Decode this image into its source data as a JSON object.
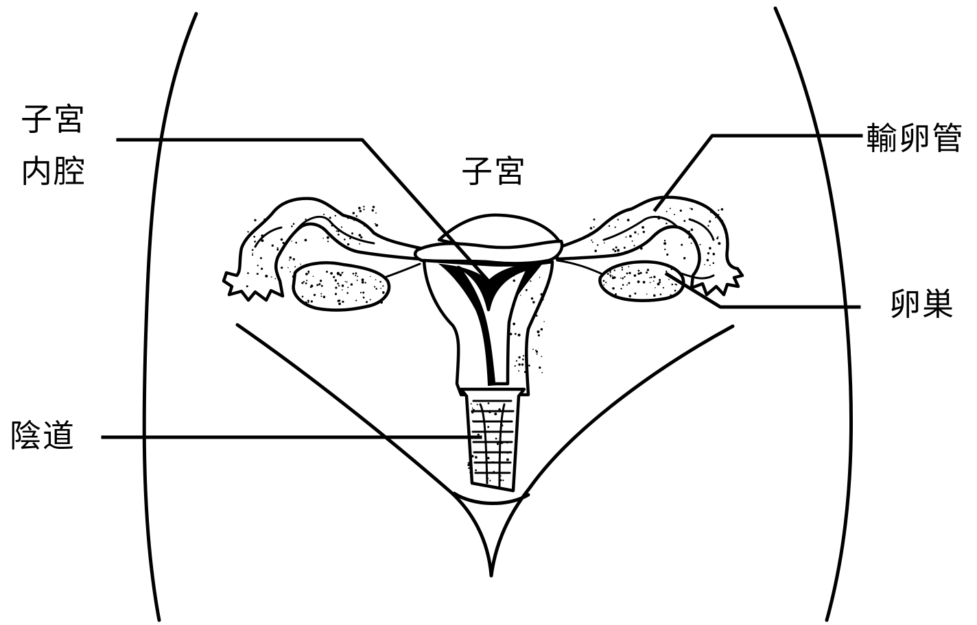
{
  "labels": {
    "uterine_cavity_line1": "子宮",
    "uterine_cavity_line2": "内腔",
    "uterus": "子宮",
    "fallopian_tube": "輸卵管",
    "ovary": "卵巣",
    "vagina": "陰道"
  }
}
